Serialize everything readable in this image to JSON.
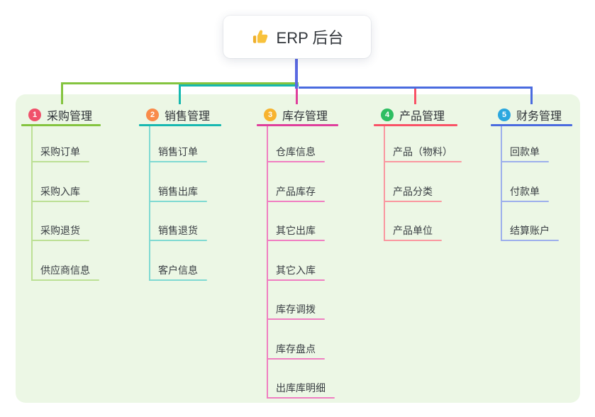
{
  "root": {
    "title": "ERP 后台",
    "icon": "thumbs-up-icon"
  },
  "colors": {
    "panel_bg": "#ECF7E5",
    "root_connector": "#5A69E2",
    "branch_text": "#2E3237",
    "child_text": "#383D42",
    "root_node_bg": "#FFFFFF",
    "thumb_icon": "#F8C23C"
  },
  "branches": [
    {
      "badge": "1",
      "label": "采购管理",
      "badge_color": "#F0516B",
      "line_color": "#84C43F",
      "child_line_color": "#BCE095",
      "children": [
        "采购订单",
        "采购入库",
        "采购退货",
        "供应商信息"
      ]
    },
    {
      "badge": "2",
      "label": "销售管理",
      "badge_color": "#F98B4A",
      "line_color": "#17B8B0",
      "child_line_color": "#7FD9D2",
      "children": [
        "销售订单",
        "销售出库",
        "销售退货",
        "客户信息"
      ]
    },
    {
      "badge": "3",
      "label": "库存管理",
      "badge_color": "#F7B32F",
      "line_color": "#DF3F9C",
      "child_line_color": "#F07EC1",
      "children": [
        "仓库信息",
        "产品库存",
        "其它出库",
        "其它入库",
        "库存调拨",
        "库存盘点",
        "出库库明细"
      ]
    },
    {
      "badge": "4",
      "label": "产品管理",
      "badge_color": "#2EBE62",
      "line_color": "#F95266",
      "child_line_color": "#FA97A0",
      "children": [
        "产品（物料）",
        "产品分类",
        "产品单位"
      ]
    },
    {
      "badge": "5",
      "label": "财务管理",
      "badge_color": "#2BA7DF",
      "line_color": "#4A6BDF",
      "child_line_color": "#9DAFEC",
      "children": [
        "回款单",
        "付款单",
        "结算账户"
      ]
    }
  ]
}
